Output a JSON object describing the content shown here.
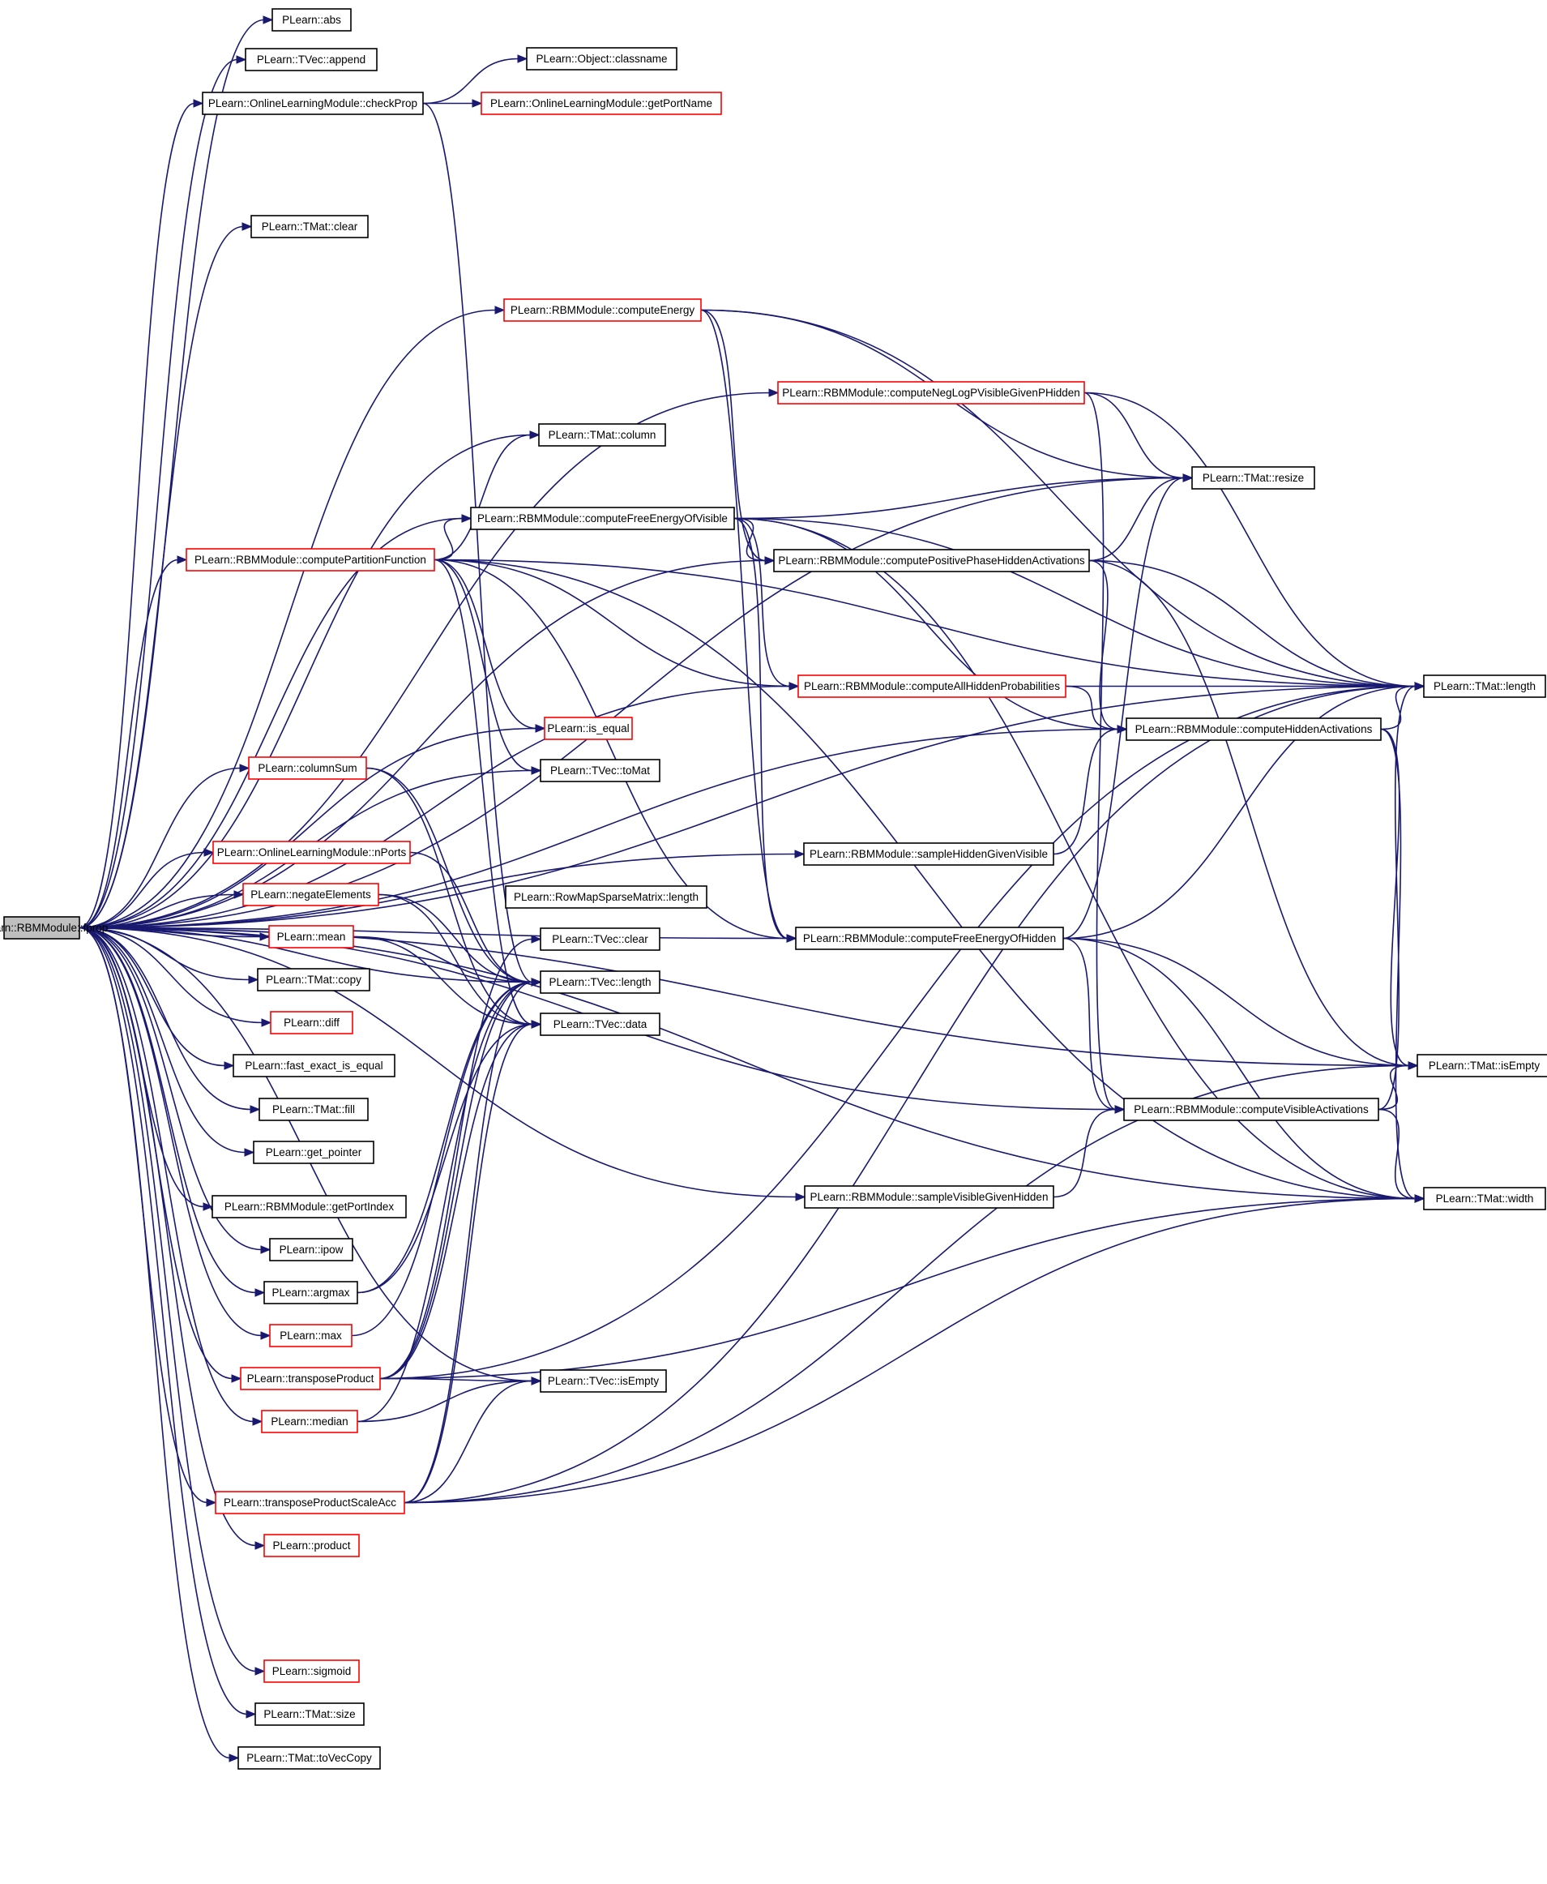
{
  "colors": {
    "edge": "#191970",
    "node_border": "#000000",
    "node_border_truncated": "#ff0000",
    "root_fill": "#bfbfbf",
    "node_fill": "#ffffff"
  },
  "nodes": [
    {
      "id": "fprop",
      "label": "PLearn::RBMModule::fprop",
      "root": true
    },
    {
      "id": "abs",
      "label": "PLearn::abs"
    },
    {
      "id": "tvec_append",
      "label": "PLearn::TVec::append"
    },
    {
      "id": "checkProp",
      "label": "PLearn::OnlineLearningModule::checkProp"
    },
    {
      "id": "classname",
      "label": "PLearn::Object::classname"
    },
    {
      "id": "getPortName",
      "label": "PLearn::OnlineLearningModule::getPortName",
      "truncated": true
    },
    {
      "id": "tmat_clear",
      "label": "PLearn::TMat::clear"
    },
    {
      "id": "computeEnergy",
      "label": "PLearn::RBMModule::computeEnergy",
      "truncated": true
    },
    {
      "id": "computeNegLog",
      "label": "PLearn::RBMModule::computeNegLogPVisibleGivenPHidden",
      "truncated": true
    },
    {
      "id": "tmat_column",
      "label": "PLearn::TMat::column"
    },
    {
      "id": "tmat_resize",
      "label": "PLearn::TMat::resize"
    },
    {
      "id": "computeFreeEnergyOfVisible",
      "label": "PLearn::RBMModule::computeFreeEnergyOfVisible"
    },
    {
      "id": "computePartitionFunction",
      "label": "PLearn::RBMModule::computePartitionFunction",
      "truncated": true
    },
    {
      "id": "computePositivePhase",
      "label": "PLearn::RBMModule::computePositivePhaseHiddenActivations"
    },
    {
      "id": "computeAllHiddenProb",
      "label": "PLearn::RBMModule::computeAllHiddenProbabilities",
      "truncated": true
    },
    {
      "id": "tmat_length",
      "label": "PLearn::TMat::length"
    },
    {
      "id": "is_equal",
      "label": "PLearn::is_equal",
      "truncated": true
    },
    {
      "id": "computeHiddenActivations",
      "label": "PLearn::RBMModule::computeHiddenActivations"
    },
    {
      "id": "columnSum",
      "label": "PLearn::columnSum",
      "truncated": true
    },
    {
      "id": "tvec_toMat",
      "label": "PLearn::TVec::toMat"
    },
    {
      "id": "nPorts",
      "label": "PLearn::OnlineLearningModule::nPorts",
      "truncated": true
    },
    {
      "id": "sampleHiddenGivenVisible",
      "label": "PLearn::RBMModule::sampleHiddenGivenVisible"
    },
    {
      "id": "negateElements",
      "label": "PLearn::negateElements",
      "truncated": true
    },
    {
      "id": "rowmap_length",
      "label": "PLearn::RowMapSparseMatrix::length"
    },
    {
      "id": "mean",
      "label": "PLearn::mean",
      "truncated": true
    },
    {
      "id": "tvec_clear",
      "label": "PLearn::TVec::clear"
    },
    {
      "id": "computeFreeEnergyOfHidden",
      "label": "PLearn::RBMModule::computeFreeEnergyOfHidden"
    },
    {
      "id": "tmat_copy",
      "label": "PLearn::TMat::copy"
    },
    {
      "id": "tvec_length",
      "label": "PLearn::TVec::length"
    },
    {
      "id": "diff",
      "label": "PLearn::diff",
      "truncated": true
    },
    {
      "id": "tvec_data",
      "label": "PLearn::TVec::data"
    },
    {
      "id": "fast_exact_is_equal",
      "label": "PLearn::fast_exact_is_equal"
    },
    {
      "id": "tmat_isEmpty",
      "label": "PLearn::TMat::isEmpty"
    },
    {
      "id": "tmat_fill",
      "label": "PLearn::TMat::fill"
    },
    {
      "id": "computeVisibleActivations",
      "label": "PLearn::RBMModule::computeVisibleActivations"
    },
    {
      "id": "get_pointer",
      "label": "PLearn::get_pointer"
    },
    {
      "id": "sampleVisibleGivenHidden",
      "label": "PLearn::RBMModule::sampleVisibleGivenHidden"
    },
    {
      "id": "tmat_width",
      "label": "PLearn::TMat::width"
    },
    {
      "id": "getPortIndex",
      "label": "PLearn::RBMModule::getPortIndex"
    },
    {
      "id": "ipow",
      "label": "PLearn::ipow"
    },
    {
      "id": "argmax",
      "label": "PLearn::argmax"
    },
    {
      "id": "max",
      "label": "PLearn::max",
      "truncated": true
    },
    {
      "id": "transposeProduct",
      "label": "PLearn::transposeProduct",
      "truncated": true
    },
    {
      "id": "tvec_isEmpty",
      "label": "PLearn::TVec::isEmpty"
    },
    {
      "id": "median",
      "label": "PLearn::median",
      "truncated": true
    },
    {
      "id": "transposeProductScaleAcc",
      "label": "PLearn::transposeProductScaleAcc",
      "truncated": true
    },
    {
      "id": "product",
      "label": "PLearn::product",
      "truncated": true
    },
    {
      "id": "sigmoid",
      "label": "PLearn::sigmoid",
      "truncated": true
    },
    {
      "id": "tmat_size",
      "label": "PLearn::TMat::size"
    },
    {
      "id": "tmat_toVecCopy",
      "label": "PLearn::TMat::toVecCopy"
    }
  ],
  "edges": [
    [
      "fprop",
      "abs"
    ],
    [
      "fprop",
      "tvec_append"
    ],
    [
      "fprop",
      "checkProp"
    ],
    [
      "fprop",
      "tmat_clear"
    ],
    [
      "fprop",
      "computeEnergy"
    ],
    [
      "fprop",
      "computeNegLog"
    ],
    [
      "fprop",
      "tmat_column"
    ],
    [
      "fprop",
      "tmat_resize"
    ],
    [
      "fprop",
      "computeFreeEnergyOfVisible"
    ],
    [
      "fprop",
      "computePartitionFunction"
    ],
    [
      "fprop",
      "computePositivePhase"
    ],
    [
      "fprop",
      "computeAllHiddenProb"
    ],
    [
      "fprop",
      "tmat_length"
    ],
    [
      "fprop",
      "is_equal"
    ],
    [
      "fprop",
      "computeHiddenActivations"
    ],
    [
      "fprop",
      "columnSum"
    ],
    [
      "fprop",
      "tvec_toMat"
    ],
    [
      "fprop",
      "nPorts"
    ],
    [
      "fprop",
      "sampleHiddenGivenVisible"
    ],
    [
      "fprop",
      "negateElements"
    ],
    [
      "fprop",
      "mean"
    ],
    [
      "fprop",
      "computeFreeEnergyOfHidden"
    ],
    [
      "fprop",
      "tmat_copy"
    ],
    [
      "fprop",
      "tvec_length"
    ],
    [
      "fprop",
      "diff"
    ],
    [
      "fprop",
      "fast_exact_is_equal"
    ],
    [
      "fprop",
      "tmat_isEmpty"
    ],
    [
      "fprop",
      "tmat_fill"
    ],
    [
      "fprop",
      "computeVisibleActivations"
    ],
    [
      "fprop",
      "get_pointer"
    ],
    [
      "fprop",
      "sampleVisibleGivenHidden"
    ],
    [
      "fprop",
      "tmat_width"
    ],
    [
      "fprop",
      "getPortIndex"
    ],
    [
      "fprop",
      "ipow"
    ],
    [
      "fprop",
      "argmax"
    ],
    [
      "fprop",
      "max"
    ],
    [
      "fprop",
      "transposeProduct"
    ],
    [
      "fprop",
      "tvec_isEmpty"
    ],
    [
      "fprop",
      "median"
    ],
    [
      "fprop",
      "transposeProductScaleAcc"
    ],
    [
      "fprop",
      "product"
    ],
    [
      "fprop",
      "sigmoid"
    ],
    [
      "fprop",
      "tmat_size"
    ],
    [
      "fprop",
      "tmat_toVecCopy"
    ],
    [
      "checkProp",
      "classname"
    ],
    [
      "checkProp",
      "getPortName"
    ],
    [
      "checkProp",
      "tvec_length"
    ],
    [
      "computeEnergy",
      "tmat_length"
    ],
    [
      "computeEnergy",
      "tmat_resize"
    ],
    [
      "computeEnergy",
      "computePositivePhase"
    ],
    [
      "computeEnergy",
      "computeFreeEnergyOfHidden"
    ],
    [
      "computeNegLog",
      "tmat_resize"
    ],
    [
      "computeNegLog",
      "tmat_length"
    ],
    [
      "computeNegLog",
      "computeVisibleActivations"
    ],
    [
      "computeFreeEnergyOfVisible",
      "tmat_resize"
    ],
    [
      "computeFreeEnergyOfVisible",
      "computePositivePhase"
    ],
    [
      "computeFreeEnergyOfVisible",
      "tmat_length"
    ],
    [
      "computeFreeEnergyOfVisible",
      "computeHiddenActivations"
    ],
    [
      "computeFreeEnergyOfVisible",
      "computeAllHiddenProb"
    ],
    [
      "computeFreeEnergyOfVisible",
      "computeFreeEnergyOfHidden"
    ],
    [
      "computeFreeEnergyOfVisible",
      "tmat_width"
    ],
    [
      "computePartitionFunction",
      "tmat_column"
    ],
    [
      "computePartitionFunction",
      "computeFreeEnergyOfVisible"
    ],
    [
      "computePartitionFunction",
      "is_equal"
    ],
    [
      "computePartitionFunction",
      "tvec_toMat"
    ],
    [
      "computePartitionFunction",
      "computeAllHiddenProb"
    ],
    [
      "computePartitionFunction",
      "computeFreeEnergyOfHidden"
    ],
    [
      "computePartitionFunction",
      "tmat_length"
    ],
    [
      "computePartitionFunction",
      "tvec_data"
    ],
    [
      "computePartitionFunction",
      "tmat_width"
    ],
    [
      "computePositivePhase",
      "tmat_resize"
    ],
    [
      "computePositivePhase",
      "tmat_length"
    ],
    [
      "computePositivePhase",
      "computeHiddenActivations"
    ],
    [
      "computePositivePhase",
      "tmat_isEmpty"
    ],
    [
      "computeAllHiddenProb",
      "tmat_length"
    ],
    [
      "computeAllHiddenProb",
      "computeHiddenActivations"
    ],
    [
      "computeHiddenActivations",
      "tmat_length"
    ],
    [
      "computeHiddenActivations",
      "tmat_isEmpty"
    ],
    [
      "computeHiddenActivations",
      "tmat_width"
    ],
    [
      "columnSum",
      "tvec_length"
    ],
    [
      "columnSum",
      "tvec_data"
    ],
    [
      "nPorts",
      "tvec_length"
    ],
    [
      "sampleHiddenGivenVisible",
      "computeHiddenActivations"
    ],
    [
      "negateElements",
      "tvec_length"
    ],
    [
      "negateElements",
      "tvec_data"
    ],
    [
      "mean",
      "tvec_length"
    ],
    [
      "mean",
      "tvec_data"
    ],
    [
      "computeFreeEnergyOfHidden",
      "tmat_resize"
    ],
    [
      "computeFreeEnergyOfHidden",
      "tmat_length"
    ],
    [
      "computeFreeEnergyOfHidden",
      "tmat_isEmpty"
    ],
    [
      "computeFreeEnergyOfHidden",
      "computeVisibleActivations"
    ],
    [
      "computeFreeEnergyOfHidden",
      "tmat_width"
    ],
    [
      "computeVisibleActivations",
      "tmat_length"
    ],
    [
      "computeVisibleActivations",
      "tmat_isEmpty"
    ],
    [
      "computeVisibleActivations",
      "tmat_width"
    ],
    [
      "sampleVisibleGivenHidden",
      "computeVisibleActivations"
    ],
    [
      "argmax",
      "tvec_length"
    ],
    [
      "argmax",
      "tvec_data"
    ],
    [
      "max",
      "tvec_length"
    ],
    [
      "transposeProduct",
      "tvec_length"
    ],
    [
      "transposeProduct",
      "tvec_data"
    ],
    [
      "transposeProduct",
      "tvec_isEmpty"
    ],
    [
      "transposeProduct",
      "tmat_length"
    ],
    [
      "transposeProduct",
      "tmat_width"
    ],
    [
      "transposeProduct",
      "tvec_clear"
    ],
    [
      "median",
      "tvec_isEmpty"
    ],
    [
      "median",
      "tvec_length"
    ],
    [
      "transposeProductScaleAcc",
      "tvec_length"
    ],
    [
      "transposeProductScaleAcc",
      "tvec_data"
    ],
    [
      "transposeProductScaleAcc",
      "tvec_isEmpty"
    ],
    [
      "transposeProductScaleAcc",
      "tmat_length"
    ],
    [
      "transposeProductScaleAcc",
      "tmat_isEmpty"
    ],
    [
      "transposeProductScaleAcc",
      "tmat_width"
    ]
  ]
}
